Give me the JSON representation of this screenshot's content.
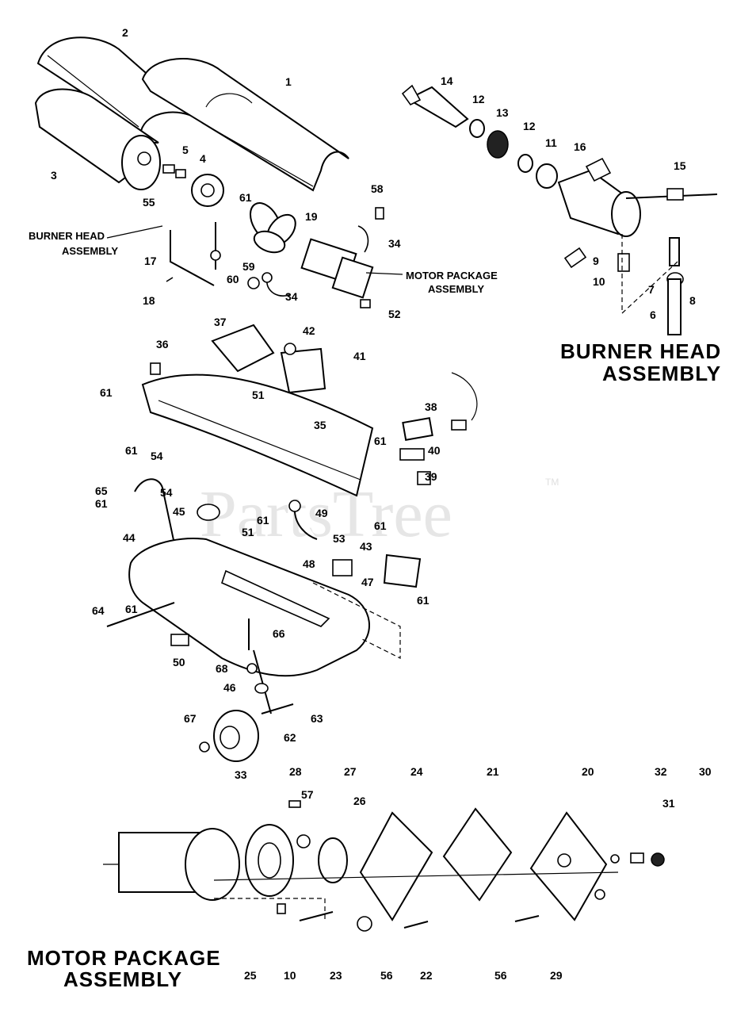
{
  "watermark": {
    "text": "PartsTree",
    "trademark": "TM"
  },
  "sections": {
    "burner_head_top": "BURNER HEAD\nASSEMBLY",
    "motor_package_top": "MOTOR PACKAGE\nASSEMBLY",
    "burner_head_detail": [
      "BURNER HEAD",
      "ASSEMBLY"
    ],
    "motor_package_detail": [
      "MOTOR PACKAGE",
      "ASSEMBLY"
    ]
  },
  "callouts": [
    {
      "label": "2"
    },
    {
      "label": "1"
    },
    {
      "label": "3"
    },
    {
      "label": "5"
    },
    {
      "label": "4"
    },
    {
      "label": "55"
    },
    {
      "label": "61"
    },
    {
      "label": "19"
    },
    {
      "label": "58"
    },
    {
      "label": "34"
    },
    {
      "label": "17"
    },
    {
      "label": "59"
    },
    {
      "label": "60"
    },
    {
      "label": "18"
    },
    {
      "label": "34"
    },
    {
      "label": "52"
    },
    {
      "label": "14"
    },
    {
      "label": "12"
    },
    {
      "label": "13"
    },
    {
      "label": "12"
    },
    {
      "label": "11"
    },
    {
      "label": "16"
    },
    {
      "label": "15"
    },
    {
      "label": "9"
    },
    {
      "label": "10"
    },
    {
      "label": "7"
    },
    {
      "label": "8"
    },
    {
      "label": "6"
    },
    {
      "label": "37"
    },
    {
      "label": "42"
    },
    {
      "label": "36"
    },
    {
      "label": "41"
    },
    {
      "label": "51"
    },
    {
      "label": "61"
    },
    {
      "label": "61"
    },
    {
      "label": "35"
    },
    {
      "label": "38"
    },
    {
      "label": "61"
    },
    {
      "label": "40"
    },
    {
      "label": "61"
    },
    {
      "label": "54"
    },
    {
      "label": "54"
    },
    {
      "label": "39"
    },
    {
      "label": "65"
    },
    {
      "label": "45"
    },
    {
      "label": "61"
    },
    {
      "label": "49"
    },
    {
      "label": "61"
    },
    {
      "label": "44"
    },
    {
      "label": "51"
    },
    {
      "label": "53"
    },
    {
      "label": "48"
    },
    {
      "label": "43"
    },
    {
      "label": "47"
    },
    {
      "label": "64"
    },
    {
      "label": "61"
    },
    {
      "label": "61"
    },
    {
      "label": "66"
    },
    {
      "label": "50"
    },
    {
      "label": "68"
    },
    {
      "label": "46"
    },
    {
      "label": "63"
    },
    {
      "label": "67"
    },
    {
      "label": "62"
    },
    {
      "label": "33"
    },
    {
      "label": "28"
    },
    {
      "label": "27"
    },
    {
      "label": "24"
    },
    {
      "label": "21"
    },
    {
      "label": "20"
    },
    {
      "label": "32"
    },
    {
      "label": "30"
    },
    {
      "label": "57"
    },
    {
      "label": "26"
    },
    {
      "label": "31"
    },
    {
      "label": "25"
    },
    {
      "label": "10"
    },
    {
      "label": "23"
    },
    {
      "label": "56"
    },
    {
      "label": "22"
    },
    {
      "label": "56"
    },
    {
      "label": "29"
    }
  ]
}
